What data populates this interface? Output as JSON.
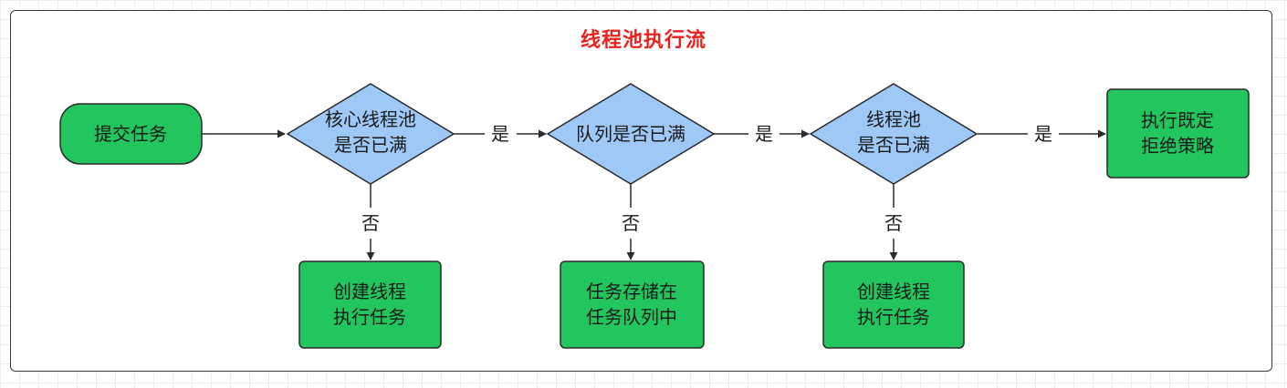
{
  "title": "线程池执行流",
  "nodes": {
    "submit": {
      "lines": [
        "提交任务"
      ]
    },
    "core_full": {
      "lines": [
        "核心线程池",
        "是否已满"
      ]
    },
    "queue_full": {
      "lines": [
        "队列是否已满"
      ]
    },
    "pool_full": {
      "lines": [
        "线程池",
        "是否已满"
      ]
    },
    "reject": {
      "lines": [
        "执行既定",
        "拒绝策略"
      ]
    },
    "create_core": {
      "lines": [
        "创建线程",
        "执行任务"
      ]
    },
    "store_queue": {
      "lines": [
        "任务存储在",
        "任务队列中"
      ]
    },
    "create_extra": {
      "lines": [
        "创建线程",
        "执行任务"
      ]
    }
  },
  "edges": {
    "yes_label": "是",
    "no_label": "否"
  },
  "colors": {
    "green_fill": "#22c55e",
    "diamond_fill": "#9ec8f5",
    "stroke": "#2b2b2b",
    "title": "#e8231f"
  }
}
